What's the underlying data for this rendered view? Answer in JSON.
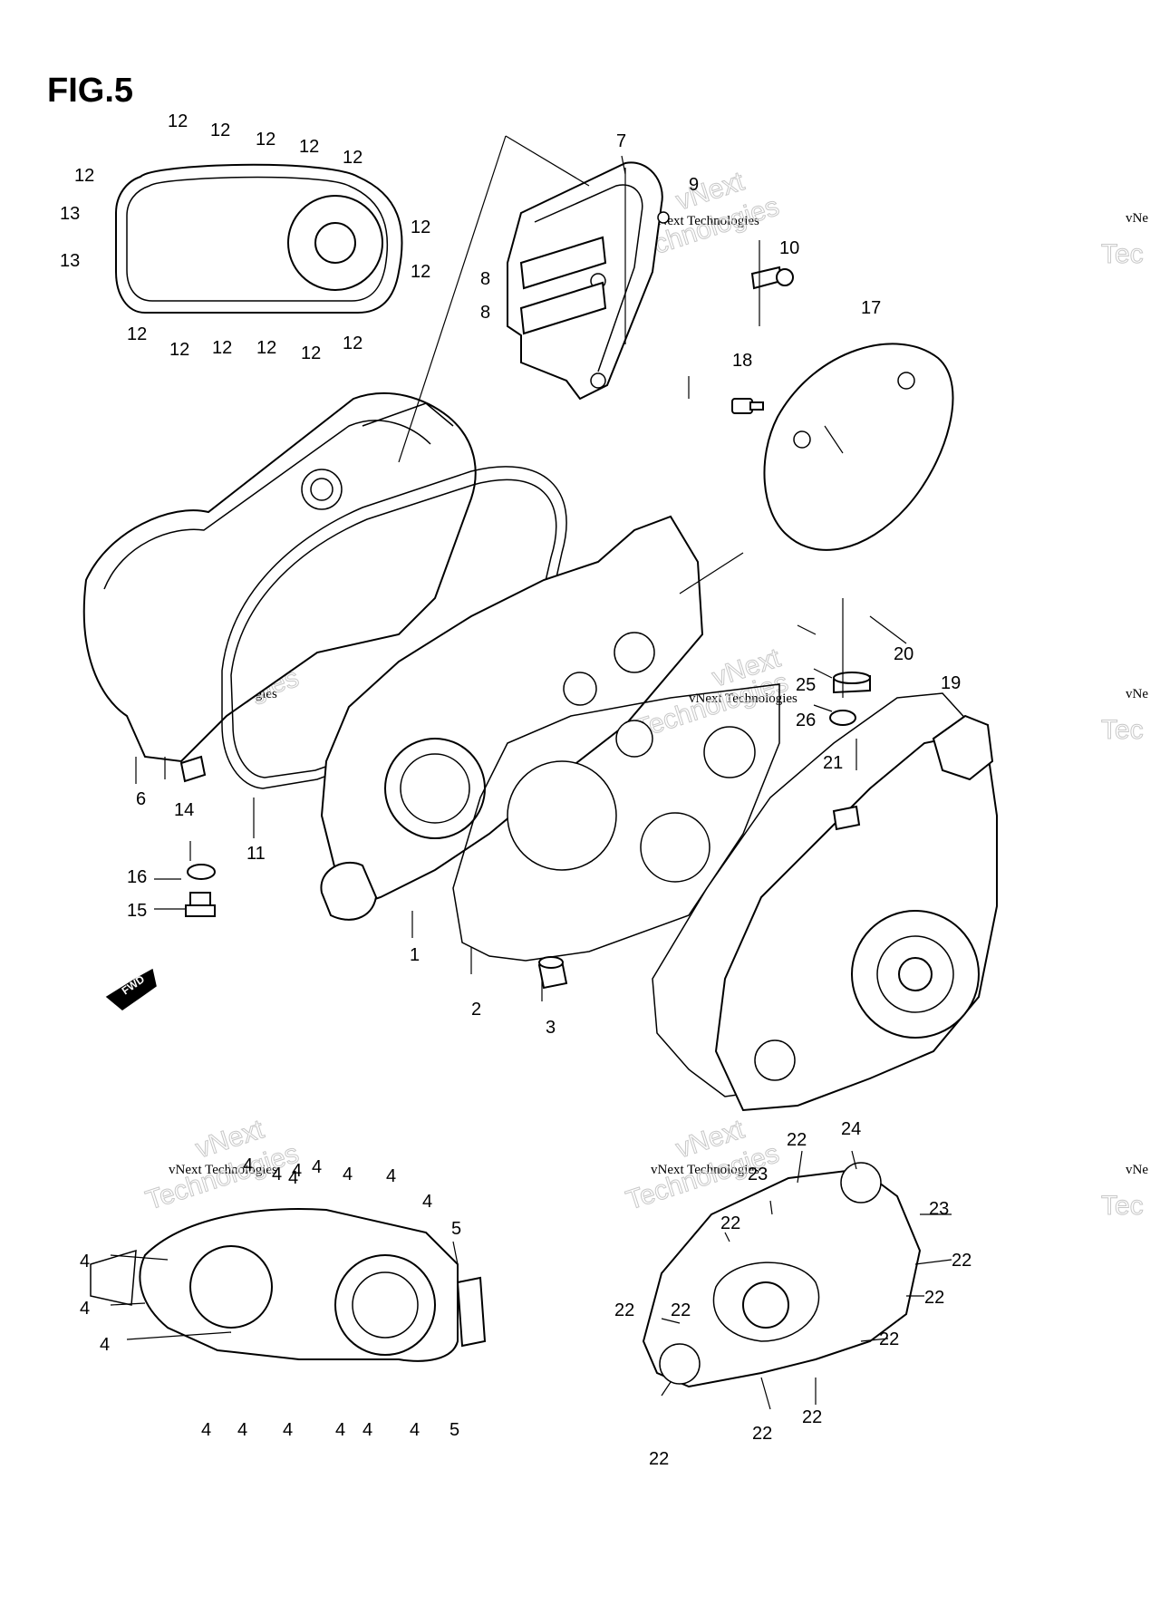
{
  "figure": {
    "title": "FIG.5",
    "fwd_label": "FWD"
  },
  "watermark": {
    "line1": "vNext Technologies",
    "big_a": "vNext",
    "big_b": "Technologies",
    "edge_small": "vNe",
    "edge_big": "Tec"
  },
  "callouts": {
    "c1": "1",
    "c2": "2",
    "c3": "3",
    "c5a": "5",
    "c5b": "5",
    "c6": "6",
    "c7": "7",
    "c8a": "8",
    "c8b": "8",
    "c9": "9",
    "c10": "10",
    "c11": "11",
    "c12a": "12",
    "c12b": "12",
    "c12c": "12",
    "c12d": "12",
    "c12e": "12",
    "c12f": "12",
    "c12g": "12",
    "c12h": "12",
    "c12i": "12",
    "c12j": "12",
    "c12k": "12",
    "c12l": "12",
    "c12m": "12",
    "c12n": "12",
    "c13a": "13",
    "c13b": "13",
    "c14": "14",
    "c15": "15",
    "c16": "16",
    "c17": "17",
    "c18": "18",
    "c19": "19",
    "c20": "20",
    "c21": "21",
    "c22a": "22",
    "c22b": "22",
    "c22c": "22",
    "c22d": "22",
    "c22e": "22",
    "c22f": "22",
    "c22g": "22",
    "c22h": "22",
    "c22i": "22",
    "c22j": "22",
    "c23a": "23",
    "c23b": "23",
    "c24": "24",
    "c25": "25",
    "c26": "26",
    "c4a": "4",
    "c4b": "4",
    "c4c": "4",
    "c4d": "4",
    "c4e": "4",
    "c4f": "4",
    "c4g": "4",
    "c4h": "4",
    "c4i": "4",
    "c4j": "4",
    "c4k": "4",
    "c4l": "4",
    "c4m": "4",
    "c4n": "4",
    "c4o": "4",
    "c4p": "4",
    "c4q": "4"
  }
}
